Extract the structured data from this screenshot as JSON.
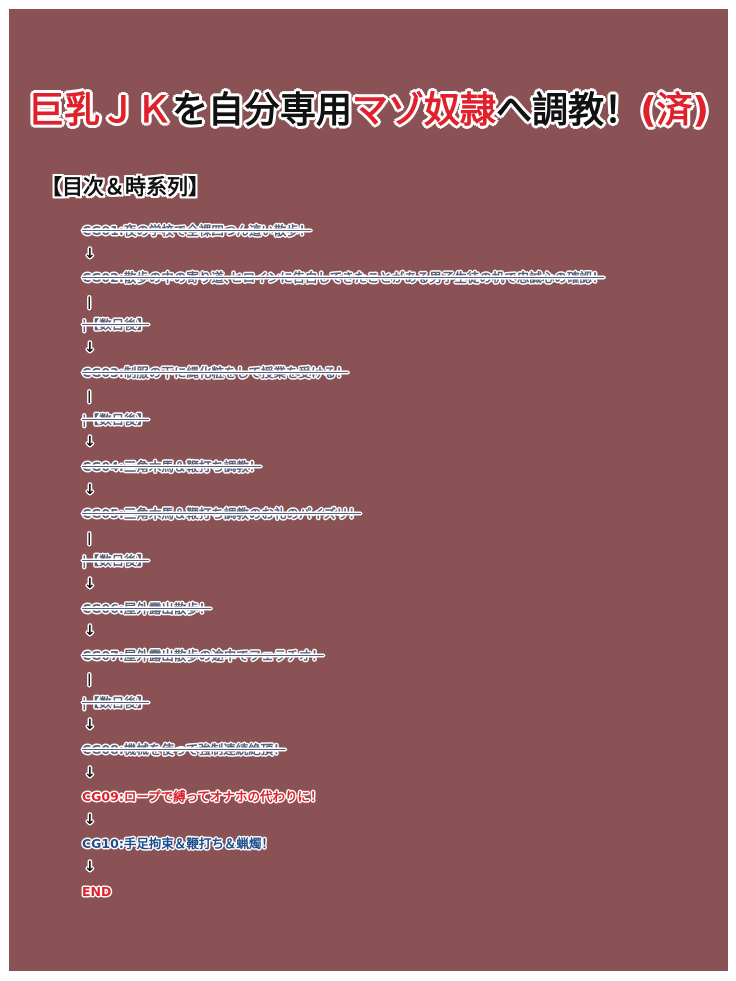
{
  "title": {
    "part1": "巨乳ＪＫ",
    "part2": "を自分専用",
    "part3": "マゾ奴隷",
    "part4": "へ調教！",
    "part5": "(済)"
  },
  "toc_heading": "【目次＆時系列】",
  "entries": [
    {
      "type": "done",
      "text": "CG01:夜の学校で全裸四つん這い散歩！"
    },
    {
      "type": "arrow",
      "text": "↓"
    },
    {
      "type": "done",
      "text": "CG02:散歩の中の寄り道､ヒロインに告白してきたことがある男子生徒の机で忠誠心の確認！"
    },
    {
      "type": "bar",
      "text": "|"
    },
    {
      "type": "interval",
      "text": "|【数日後】"
    },
    {
      "type": "arrow",
      "text": "↓"
    },
    {
      "type": "done",
      "text": "CG03:制服の下に縄化粧をして授業を受ける！"
    },
    {
      "type": "bar",
      "text": "|"
    },
    {
      "type": "interval",
      "text": "|【数日後】"
    },
    {
      "type": "arrow",
      "text": "↓"
    },
    {
      "type": "done",
      "text": "CG04:三角木馬＆鞭打ち調教！"
    },
    {
      "type": "arrow",
      "text": "↓"
    },
    {
      "type": "done",
      "text": "CG05:三角木馬＆鞭打ち調教のお礼のパイズリ！"
    },
    {
      "type": "bar",
      "text": "|"
    },
    {
      "type": "interval",
      "text": "|【数日後】"
    },
    {
      "type": "arrow",
      "text": "↓"
    },
    {
      "type": "done",
      "text": "CG06:屋外露出散歩！"
    },
    {
      "type": "arrow",
      "text": "↓"
    },
    {
      "type": "done",
      "text": "CG07:屋外露出散歩の途中でフェラチオ！"
    },
    {
      "type": "bar",
      "text": "|"
    },
    {
      "type": "interval",
      "text": "|【数日後】"
    },
    {
      "type": "arrow",
      "text": "↓"
    },
    {
      "type": "done",
      "text": "CG08:機械を使って強制連続絶頂！"
    },
    {
      "type": "arrow",
      "text": "↓"
    },
    {
      "type": "current",
      "text": "CG09:ロープで縛ってオナホの代わりに！"
    },
    {
      "type": "arrow",
      "text": "↓"
    },
    {
      "type": "next",
      "text": "CG10:手足拘束＆鞭打ち＆蝋燭！"
    },
    {
      "type": "arrow",
      "text": "↓"
    },
    {
      "type": "end",
      "text": "END"
    }
  ],
  "colors": {
    "background": "#8a5254",
    "red": "#e0202a",
    "done": "#5a5f7a",
    "next": "#1f4e8c"
  }
}
